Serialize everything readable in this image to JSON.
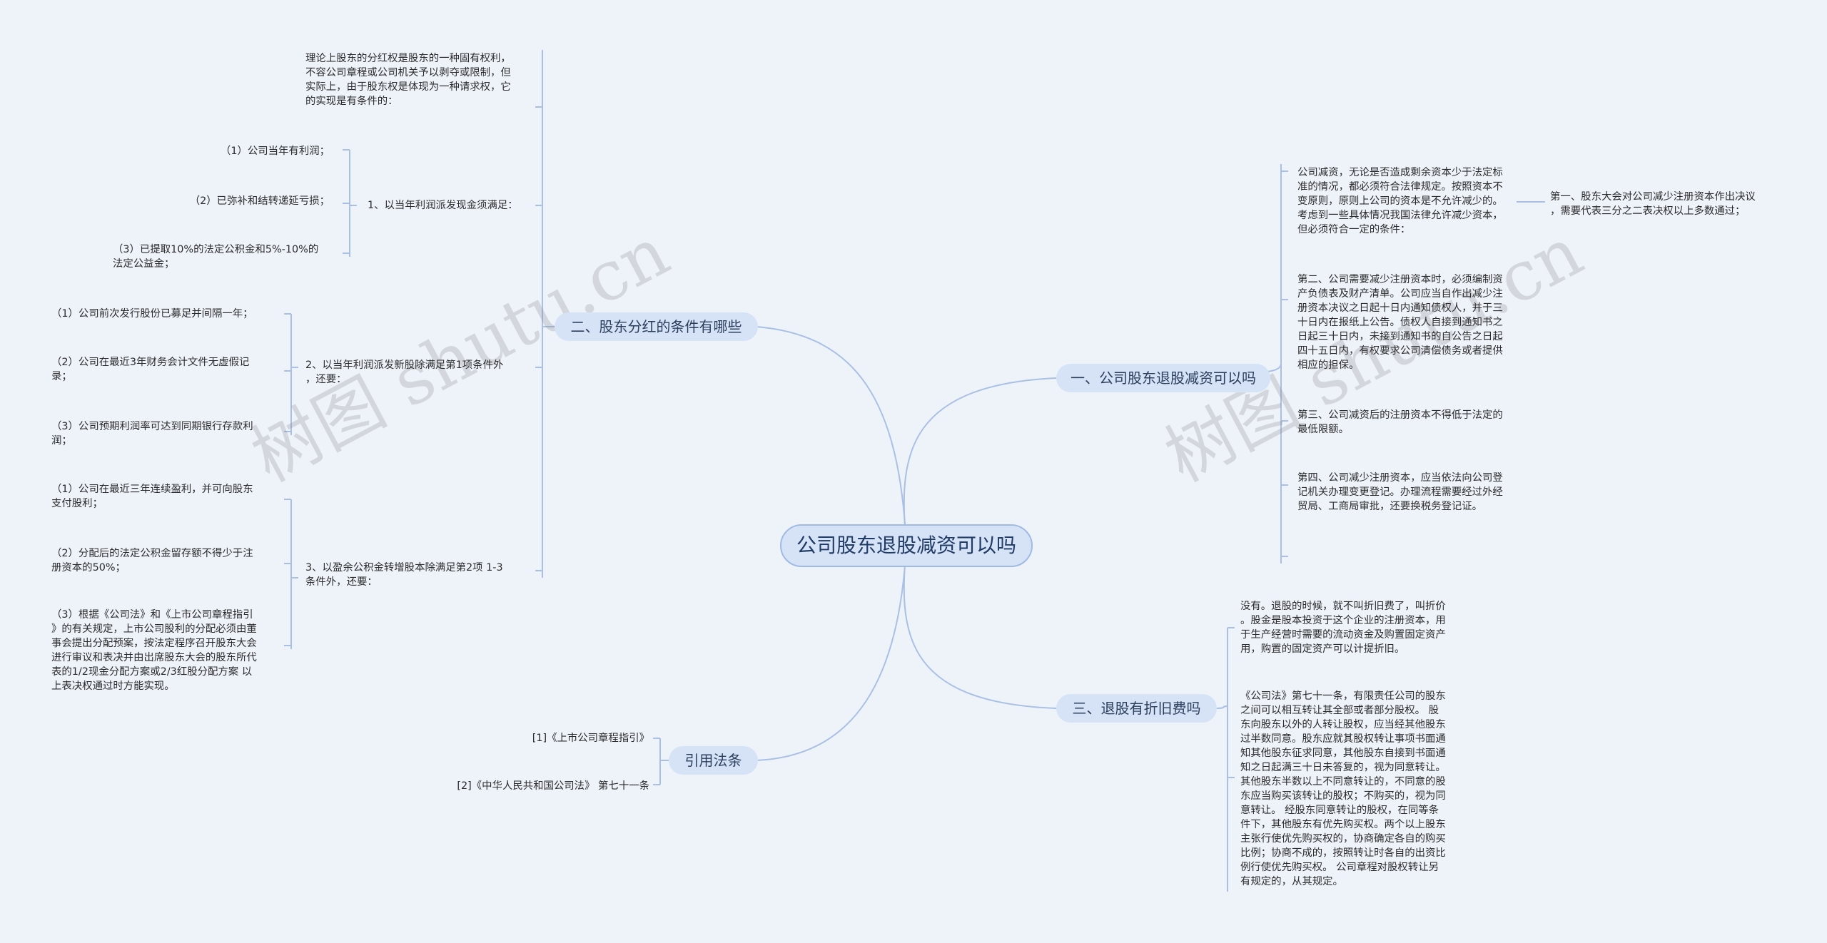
{
  "root": "公司股东退股减资可以吗",
  "branches": {
    "b1": "一、公司股东退股减资可以吗",
    "b2": "二、股东分红的条件有哪些",
    "b3": "三、退股有折旧费吗",
    "b4": "引用法条"
  },
  "b1_leaves": {
    "l1": "公司减资，无论是否造成剩余资本少于法定标\n准的情况，都必须符合法律规定。按照资本不\n变原则，原则上公司的资本是不允许减少的。\n考虑到一些具体情况我国法律允许减少资本，\n但必须符合一定的条件：",
    "l1a": "第一、股东大会对公司减少注册资本作出决议\n，需要代表三分之二表决权以上多数通过；",
    "l2": "第二、公司需要减少注册资本时，必须编制资\n产负债表及财产清单。公司应当自作出减少注\n册资本决议之日起十日内通知债权人，并于三\n十日内在报纸上公告。债权人自接到通知书之\n日起三十日内，未接到通知书的自公告之日起\n四十五日内，有权要求公司清偿债务或者提供\n相应的担保。",
    "l3": "第三、公司减资后的注册资本不得低于法定的\n最低限额。",
    "l4": "第四、公司减少注册资本，应当依法向公司登\n记机关办理变更登记。办理流程需要经过外经\n贸局、工商局审批，还要换税务登记证。"
  },
  "b2_leaves": {
    "intro": "理论上股东的分红权是股东的一种固有权利，\n不容公司章程或公司机关予以剥夺或限制，但\n实际上，由于股东权是体现为一种请求权，它\n的实现是有条件的：",
    "c1": "1、以当年利润派发现金须满足：",
    "c1_items": [
      "（1）公司当年有利润；",
      "（2）已弥补和结转递延亏损；",
      "（3）已提取10%的法定公积金和5%-10%的\n法定公益金；"
    ],
    "c2": "2、以当年利润派发新股除满足第1项条件外\n，还要：",
    "c2_items": [
      "（1）公司前次发行股份已募足并间隔一年；",
      "（2）公司在最近3年财务会计文件无虚假记\n录；",
      "（3）公司预期利润率可达到同期银行存款利\n润；"
    ],
    "c3": "3、以盈余公积金转增股本除满足第2项 1-3\n条件外，还要：",
    "c3_items": [
      "（1）公司在最近三年连续盈利，并可向股东\n支付股利；",
      "（2）分配后的法定公积金留存额不得少于注\n册资本的50%；",
      "（3）根据《公司法》和《上市公司章程指引\n》的有关规定，上市公司股利的分配必须由董\n事会提出分配预案，按法定程序召开股东大会\n进行审议和表决并由出席股东大会的股东所代\n表的1/2现金分配方案或2/3红股分配方案 以\n上表决权通过时方能实现。"
    ]
  },
  "b3_leaves": {
    "l1": "没有。退股的时候，就不叫折旧费了，叫折价\n。股金是股本投资于这个企业的注册资本，用\n于生产经营时需要的流动资金及购置固定资产\n用，购置的固定资产可以计提折旧。",
    "l2": "《公司法》第七十一条，有限责任公司的股东\n之间可以相互转让其全部或者部分股权。 股\n东向股东以外的人转让股权，应当经其他股东\n过半数同意。股东应就其股权转让事项书面通\n知其他股东征求同意，其他股东自接到书面通\n知之日起满三十日未答复的，视为同意转让。\n其他股东半数以上不同意转让的，不同意的股\n东应当购买该转让的股权；不购买的，视为同\n意转让。 经股东同意转让的股权，在同等条\n件下，其他股东有优先购买权。两个以上股东\n主张行使优先购买权的，协商确定各自的购买\n比例；协商不成的，按照转让时各自的出资比\n例行使优先购买权。 公司章程对股权转让另\n有规定的，从其规定。"
  },
  "b4_leaves": [
    "[1]《上市公司章程指引》",
    "[2]《中华人民共和国公司法》 第七十一条"
  ],
  "watermarks": [
    "树图 shutu.cn",
    "树图 shutu.cn"
  ],
  "colors": {
    "line": "#a9c0e4",
    "node_bg": "#d6e3f7",
    "background": "#eef3fa"
  }
}
